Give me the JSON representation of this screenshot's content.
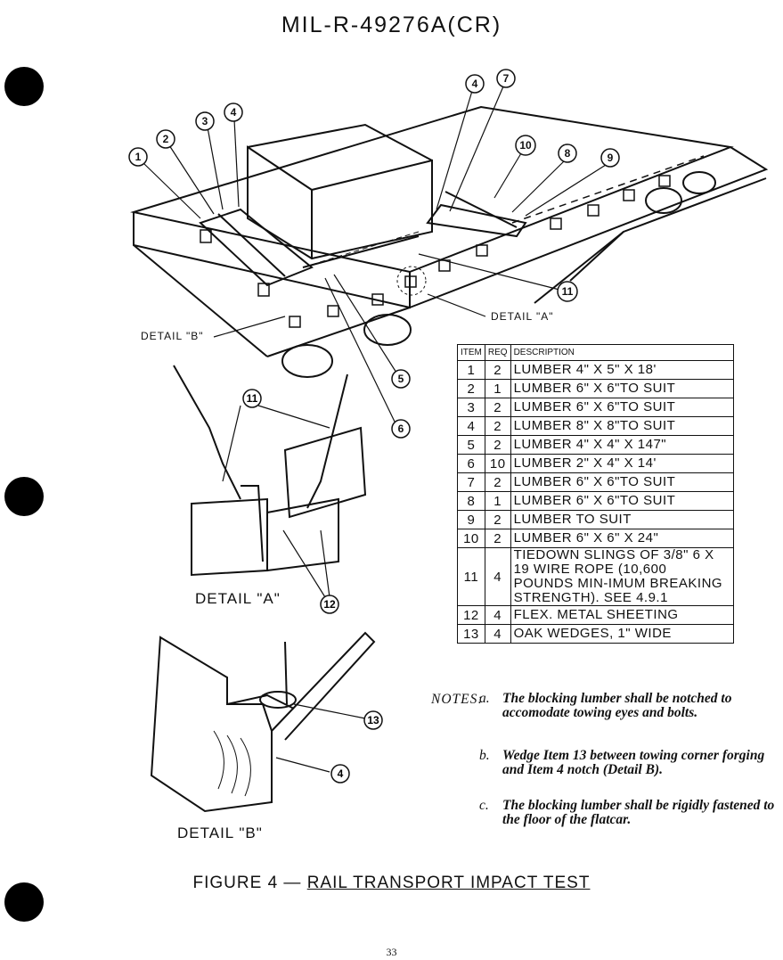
{
  "header": {
    "doc_number": "MIL-R-49276A(CR)"
  },
  "drawing": {
    "callouts_top": [
      "1",
      "2",
      "3",
      "4",
      "4",
      "7",
      "10",
      "8",
      "9",
      "11",
      "5",
      "6"
    ],
    "detail_a_callouts": [
      "11",
      "12"
    ],
    "detail_b_callouts": [
      "13",
      "4"
    ],
    "label_detail_a_small": "DETAIL \"A\"",
    "label_detail_b_small": "DETAIL \"B\"",
    "label_detail_a": "DETAIL \"A\"",
    "label_detail_b": "DETAIL \"B\""
  },
  "table": {
    "headers": {
      "item": "ITEM",
      "req": "REQ",
      "description": "DESCRIPTION"
    },
    "rows": [
      {
        "item": "1",
        "req": "2",
        "description": "LUMBER 4\" X 5\" X 18'"
      },
      {
        "item": "2",
        "req": "1",
        "description": "LUMBER 6\" X 6\"TO SUIT"
      },
      {
        "item": "3",
        "req": "2",
        "description": "LUMBER 6\" X 6\"TO SUIT"
      },
      {
        "item": "4",
        "req": "2",
        "description": "LUMBER 8\" X 8\"TO SUIT"
      },
      {
        "item": "5",
        "req": "2",
        "description": "LUMBER 4\" X 4\" X 147\""
      },
      {
        "item": "6",
        "req": "10",
        "description": "LUMBER 2\" X 4\" X 14'"
      },
      {
        "item": "7",
        "req": "2",
        "description": "LUMBER 6\" X 6\"TO SUIT"
      },
      {
        "item": "8",
        "req": "1",
        "description": "LUMBER 6\" X 6\"TO SUIT"
      },
      {
        "item": "9",
        "req": "2",
        "description": "LUMBER TO SUIT"
      },
      {
        "item": "10",
        "req": "2",
        "description": "LUMBER 6\" X 6\" X 24\""
      },
      {
        "item": "11",
        "req": "4",
        "description": "TIEDOWN SLINGS OF 3/8\" 6 X 19 WIRE ROPE (10,600 POUNDS MIN-IMUM BREAKING STRENGTH). SEE 4.9.1"
      },
      {
        "item": "12",
        "req": "4",
        "description": "FLEX. METAL SHEETING"
      },
      {
        "item": "13",
        "req": "4",
        "description": "OAK WEDGES, 1\" WIDE"
      }
    ]
  },
  "notes": {
    "heading": "NOTES:",
    "items": [
      {
        "key": "a.",
        "text": "The blocking lumber shall be notched to accomodate towing eyes and bolts."
      },
      {
        "key": "b.",
        "text": "Wedge Item 13 between towing corner forging and Item 4 notch (Detail B)."
      },
      {
        "key": "c.",
        "text": "The blocking lumber shall be rigidly fastened to the floor of the flatcar."
      }
    ]
  },
  "caption": {
    "prefix": "FIGURE 4 — ",
    "title": "RAIL TRANSPORT IMPACT TEST"
  },
  "page_number": "33",
  "icons": [
    "hole-punch-icon"
  ]
}
